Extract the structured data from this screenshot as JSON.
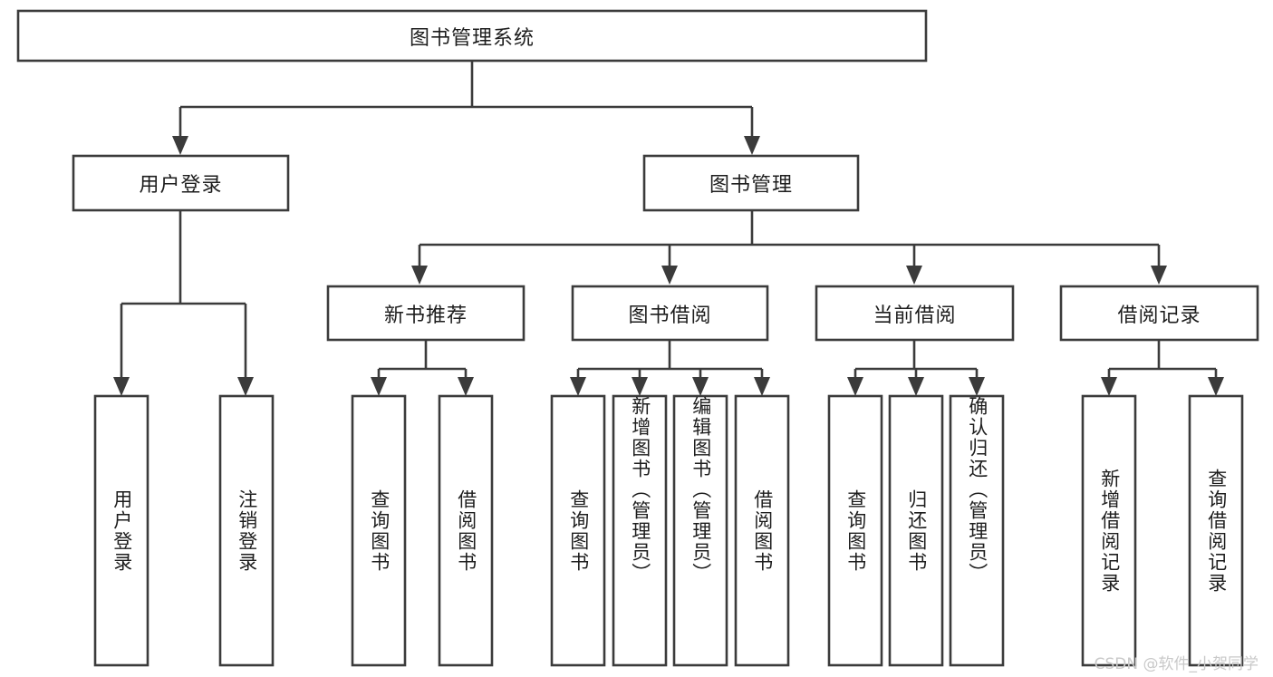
{
  "diagram": {
    "title": "图书管理系统",
    "type": "tree-hierarchy",
    "watermark": "CSDN @软件_小贺同学",
    "colors": {
      "stroke": "#3b3b3b",
      "fill": "#ffffff",
      "text": "#1d1d1d",
      "watermark": "#c9c9c9"
    },
    "root": {
      "label": "图书管理系统"
    },
    "level1": [
      {
        "label": "用户登录"
      },
      {
        "label": "图书管理"
      }
    ],
    "level2": [
      {
        "label": "新书推荐"
      },
      {
        "label": "图书借阅"
      },
      {
        "label": "当前借阅"
      },
      {
        "label": "借阅记录"
      }
    ],
    "leaves": {
      "user_login": [
        {
          "label": "用户登录"
        },
        {
          "label": "注销登录"
        }
      ],
      "new_book_rec": [
        {
          "label": "查询图书"
        },
        {
          "label": "借阅图书"
        }
      ],
      "book_borrow": [
        {
          "label": "查询图书"
        },
        {
          "label": "新增图书（管理员）"
        },
        {
          "label": "编辑图书（管理员）"
        },
        {
          "label": "借阅图书"
        }
      ],
      "current_borrow": [
        {
          "label": "查询图书"
        },
        {
          "label": "归还图书"
        },
        {
          "label": "确认归还（管理员）"
        }
      ],
      "borrow_record": [
        {
          "label": "新增借阅记录"
        },
        {
          "label": "查询借阅记录"
        }
      ]
    }
  }
}
